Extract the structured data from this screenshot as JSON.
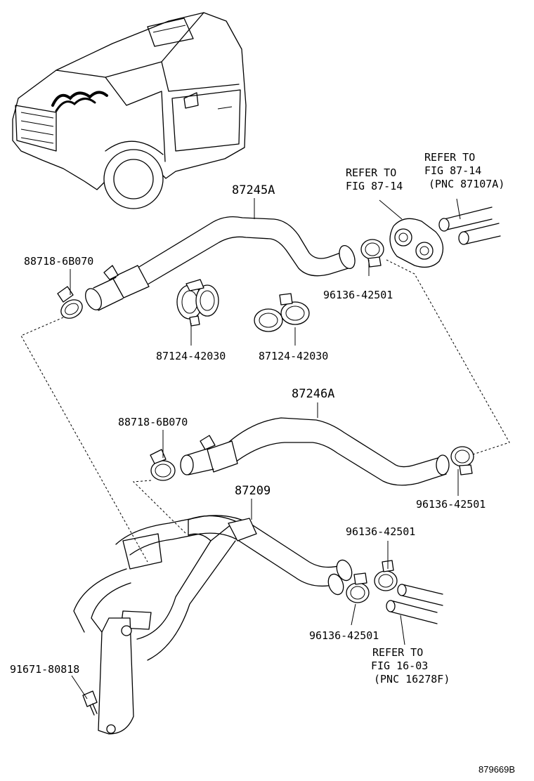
{
  "labels": {
    "hose_upper": "87245A",
    "hose_middle": "87246A",
    "hose_lower": "87209",
    "clamp_upper_left": "88718-6B070",
    "clamp_middle_left": "88718-6B070",
    "clamp_upper_right": "96136-42501",
    "clamp_middle_right": "96136-42501",
    "clamp_lower_top": "96136-42501",
    "clamp_lower_bottom": "96136-42501",
    "clip_left": "87124-42030",
    "clip_right": "87124-42030",
    "bolt": "91671-80818",
    "figure_id": "879669B"
  },
  "refs": {
    "ref_center": [
      "REFER TO",
      "FIG 87-14"
    ],
    "ref_right": [
      "REFER TO",
      "FIG 87-14",
      "(PNC 87107A)"
    ],
    "ref_bottom": [
      "REFER TO",
      "FIG 16-03",
      "(PNC 16278F)"
    ]
  }
}
